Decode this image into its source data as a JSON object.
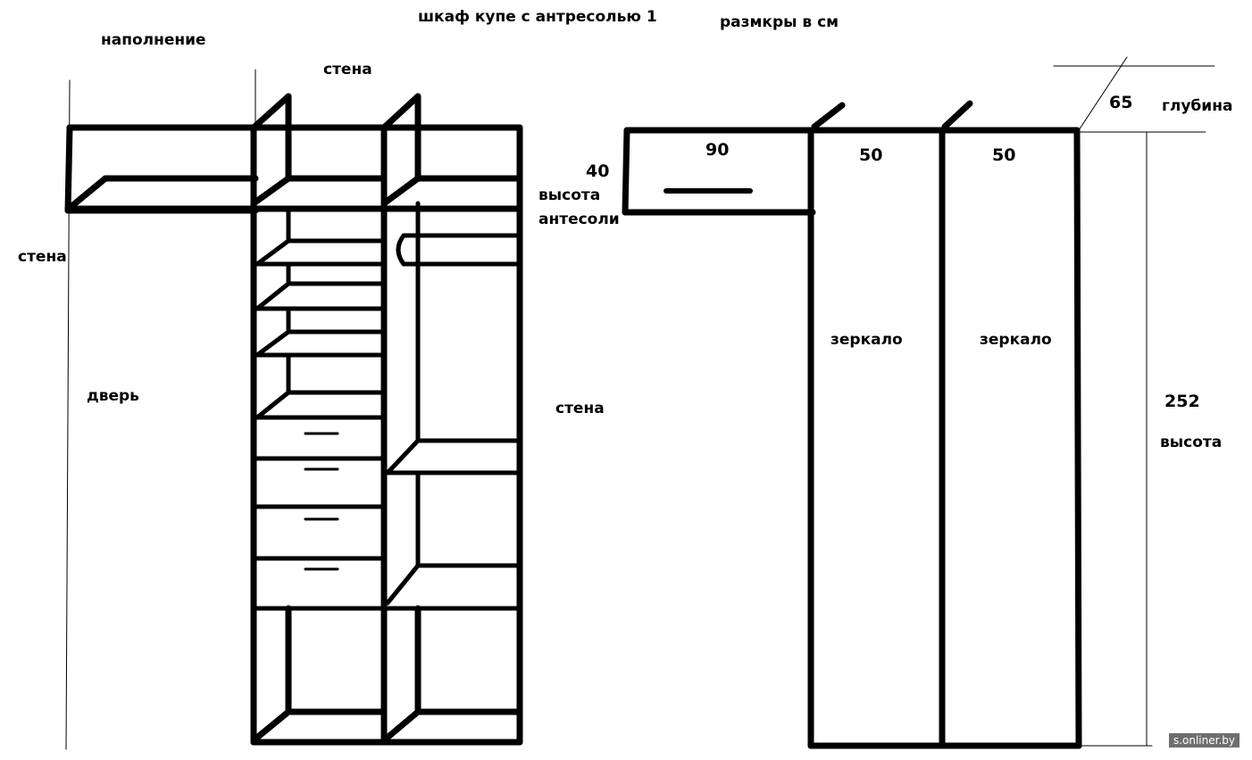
{
  "labels": {
    "title": "шкаф купе с антресолью 1",
    "units": "размкры в см",
    "filling": "наполнение",
    "wall_top": "стена",
    "wall_left": "стена",
    "wall_right": "стена",
    "door": "дверь",
    "mezz_height_value": "40",
    "mezz_height_line1": "высота",
    "mezz_height_line2": "антесоли",
    "width_mezz": "90",
    "width_door1": "50",
    "width_door2": "50",
    "mirror1": "зеркало",
    "mirror2": "зеркало",
    "depth_value": "65",
    "depth_label": "глубина",
    "height_value": "252",
    "height_label": "высота"
  },
  "watermark": "s.onliner.by",
  "colors": {
    "stroke": "#000000",
    "background": "#ffffff",
    "watermark_bg": "#6e6e6e"
  }
}
